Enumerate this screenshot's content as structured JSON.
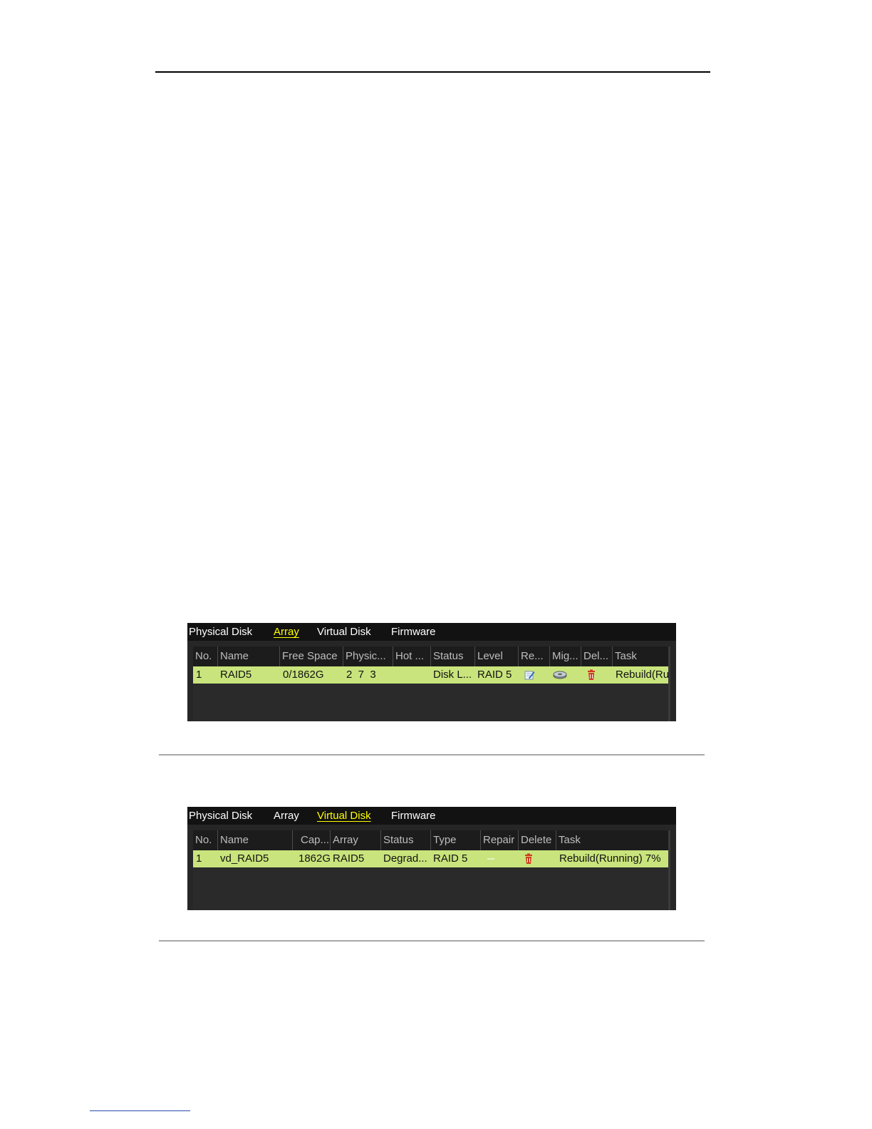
{
  "array_panel": {
    "tabs": [
      {
        "label": "Physical Disk",
        "active": false
      },
      {
        "label": "Array",
        "active": true
      },
      {
        "label": "Virtual Disk",
        "active": false
      },
      {
        "label": "Firmware",
        "active": false
      }
    ],
    "columns": [
      "No.",
      "Name",
      "Free Space",
      "Physic...",
      "Hot ...",
      "Status",
      "Level",
      "Re...",
      "Mig...",
      "Del...",
      "Task"
    ],
    "rows": [
      {
        "no": "1",
        "name": "RAID5",
        "free_space": "0/1862G",
        "physical": "2  7  3",
        "hot": "",
        "status": "Disk L...",
        "level": "RAID 5",
        "rebuild_icon": "edit-icon",
        "migrate_icon": "migrate-disk-icon",
        "delete_icon": "trash-icon",
        "task": "Rebuild(Ru"
      }
    ]
  },
  "vdisk_panel": {
    "tabs": [
      {
        "label": "Physical Disk",
        "active": false
      },
      {
        "label": "Array",
        "active": false
      },
      {
        "label": "Virtual Disk",
        "active": true
      },
      {
        "label": "Firmware",
        "active": false
      }
    ],
    "columns": [
      "No.",
      "Name",
      "Cap...",
      "Array",
      "Status",
      "Type",
      "Repair",
      "Delete",
      "Task"
    ],
    "rows": [
      {
        "no": "1",
        "name": "vd_RAID5",
        "capacity": "1862G",
        "array": "RAID5",
        "status": "Degrad...",
        "type": "RAID 5",
        "repair_icon": "repair-icon-disabled",
        "delete_icon": "trash-icon",
        "task": "Rebuild(Running) 7%"
      }
    ]
  },
  "colors": {
    "panel_bg": "#262626",
    "tabbar_bg": "#121212",
    "active_tab": "#ffff00",
    "selected_row": "#c9e47c",
    "trash_red": "#d2381f"
  }
}
